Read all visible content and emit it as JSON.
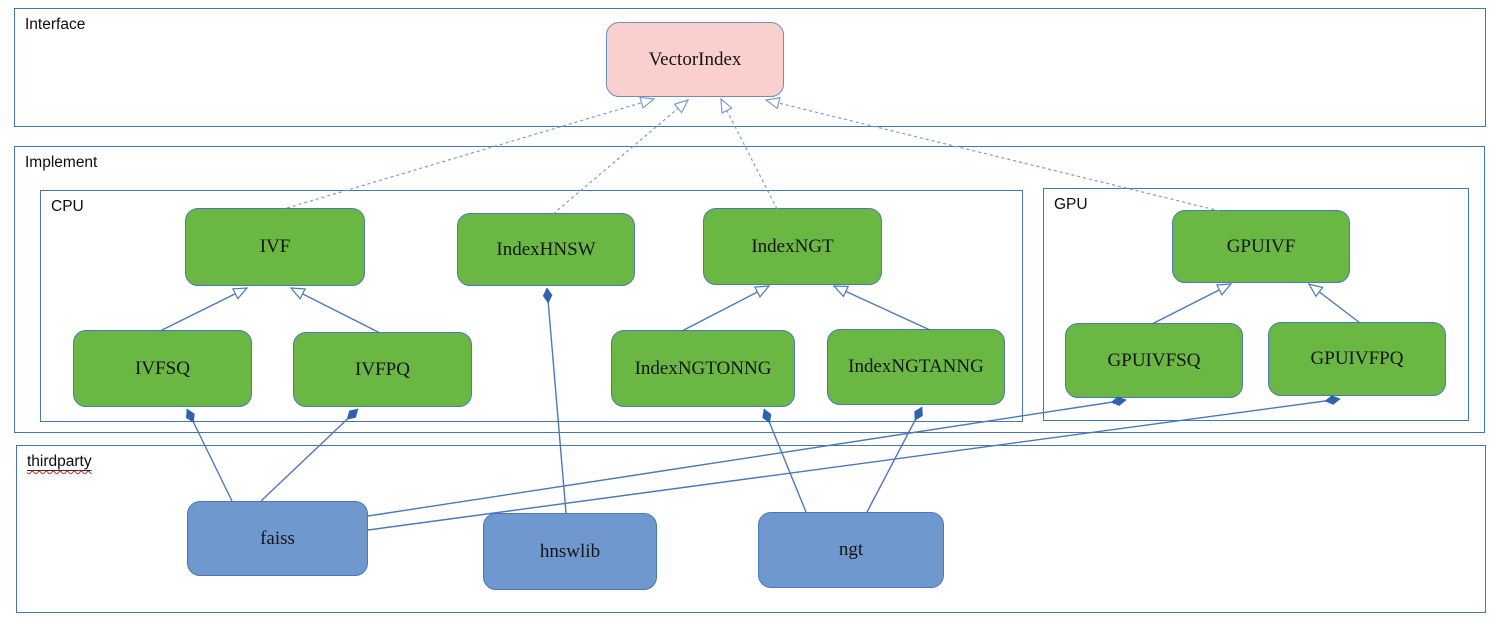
{
  "containers": {
    "interface": {
      "label": "Interface"
    },
    "implement": {
      "label": "Implement"
    },
    "cpu": {
      "label": "CPU"
    },
    "gpu": {
      "label": "GPU"
    },
    "thirdparty": {
      "label": "thirdparty"
    }
  },
  "nodes": {
    "vectorindex": {
      "label": "VectorIndex",
      "kind": "interface"
    },
    "ivf": {
      "label": "IVF",
      "kind": "class"
    },
    "indexhnsw": {
      "label": "IndexHNSW",
      "kind": "class"
    },
    "indexngt": {
      "label": "IndexNGT",
      "kind": "class"
    },
    "gpuivf": {
      "label": "GPUIVF",
      "kind": "class"
    },
    "ivfsq": {
      "label": "IVFSQ",
      "kind": "class"
    },
    "ivfpq": {
      "label": "IVFPQ",
      "kind": "class"
    },
    "indexngtonng": {
      "label": "IndexNGTONNG",
      "kind": "class"
    },
    "indexngtanng": {
      "label": "IndexNGTANNG",
      "kind": "class"
    },
    "gpuivfsq": {
      "label": "GPUIVFSQ",
      "kind": "class"
    },
    "gpuivfpq": {
      "label": "GPUIVFPQ",
      "kind": "class"
    },
    "faiss": {
      "label": "faiss",
      "kind": "thirdparty-lib"
    },
    "hnswlib": {
      "label": "hnswlib",
      "kind": "thirdparty-lib"
    },
    "ngt": {
      "label": "ngt",
      "kind": "thirdparty-lib"
    }
  },
  "relations": [
    {
      "from": "IVF",
      "to": "VectorIndex",
      "type": "realization-dashed-hollow-arrow"
    },
    {
      "from": "IndexHNSW",
      "to": "VectorIndex",
      "type": "realization-dashed-hollow-arrow"
    },
    {
      "from": "IndexNGT",
      "to": "VectorIndex",
      "type": "realization-dashed-hollow-arrow"
    },
    {
      "from": "GPUIVF",
      "to": "VectorIndex",
      "type": "realization-dashed-hollow-arrow"
    },
    {
      "from": "IVFSQ",
      "to": "IVF",
      "type": "inheritance-hollow-arrow"
    },
    {
      "from": "IVFPQ",
      "to": "IVF",
      "type": "inheritance-hollow-arrow"
    },
    {
      "from": "IndexNGTONNG",
      "to": "IndexNGT",
      "type": "inheritance-hollow-arrow"
    },
    {
      "from": "IndexNGTANNG",
      "to": "IndexNGT",
      "type": "inheritance-hollow-arrow"
    },
    {
      "from": "GPUIVFSQ",
      "to": "GPUIVF",
      "type": "inheritance-hollow-arrow"
    },
    {
      "from": "GPUIVFPQ",
      "to": "GPUIVF",
      "type": "inheritance-hollow-arrow"
    },
    {
      "from": "faiss",
      "to": "IVFSQ",
      "type": "composition-filled-diamond"
    },
    {
      "from": "faiss",
      "to": "IVFPQ",
      "type": "composition-filled-diamond"
    },
    {
      "from": "faiss",
      "to": "GPUIVFSQ",
      "type": "composition-filled-diamond"
    },
    {
      "from": "faiss",
      "to": "GPUIVFPQ",
      "type": "composition-filled-diamond"
    },
    {
      "from": "hnswlib",
      "to": "IndexHNSW",
      "type": "composition-filled-diamond"
    },
    {
      "from": "ngt",
      "to": "IndexNGTONNG",
      "type": "composition-filled-diamond"
    },
    {
      "from": "ngt",
      "to": "IndexNGTANNG",
      "type": "composition-filled-diamond"
    }
  ],
  "colors": {
    "interface_fill": "#f9d0cd",
    "class_fill": "#6ab843",
    "thirdparty_fill": "#6f98ce",
    "container_border": "#4677ae",
    "solid_edge": "#4a79b8",
    "dashed_edge": "#7d9ac9",
    "diamond_fill": "#2e62ae",
    "spellcheck_underline": "#cc2a1f"
  }
}
